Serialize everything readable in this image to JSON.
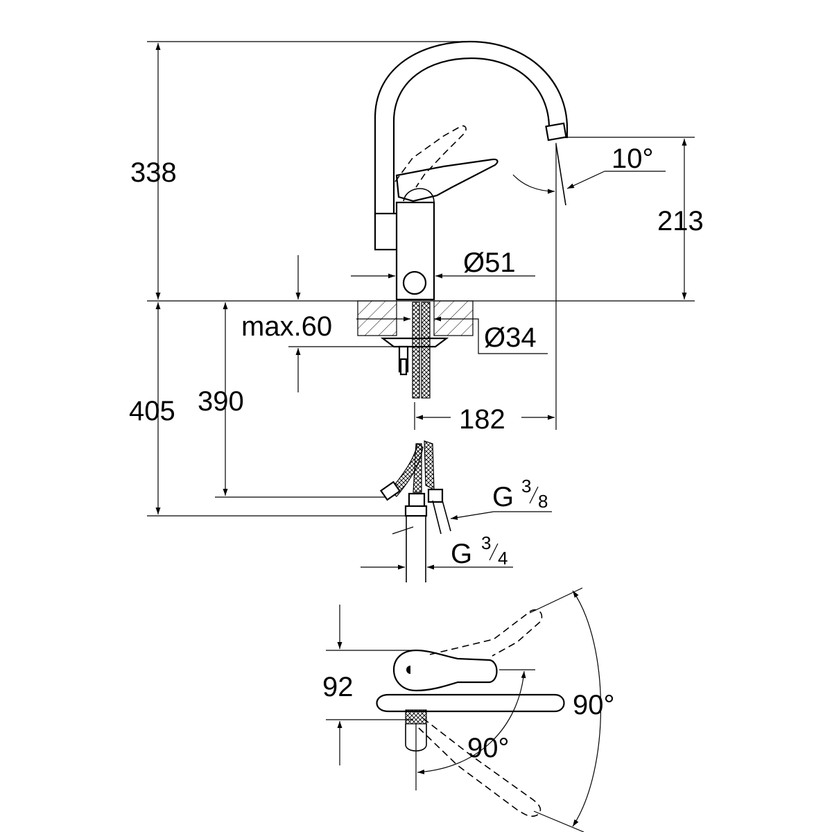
{
  "dimensions": {
    "total_height_above": "338",
    "spout_height": "213",
    "spout_angle": "10°",
    "body_diameter": "Ø51",
    "max_thickness": "max.60",
    "hole_diameter": "Ø34",
    "total_depth_below": "405",
    "hose_length": "390",
    "spout_reach": "182",
    "top_view_offset": "92",
    "rotation_outer": "90°",
    "rotation_inner": "90°"
  },
  "threads": {
    "g38": {
      "letter": "G",
      "numerator": "3",
      "denominator": "8"
    },
    "g34": {
      "letter": "G",
      "numerator": "3",
      "denominator": "4"
    }
  }
}
